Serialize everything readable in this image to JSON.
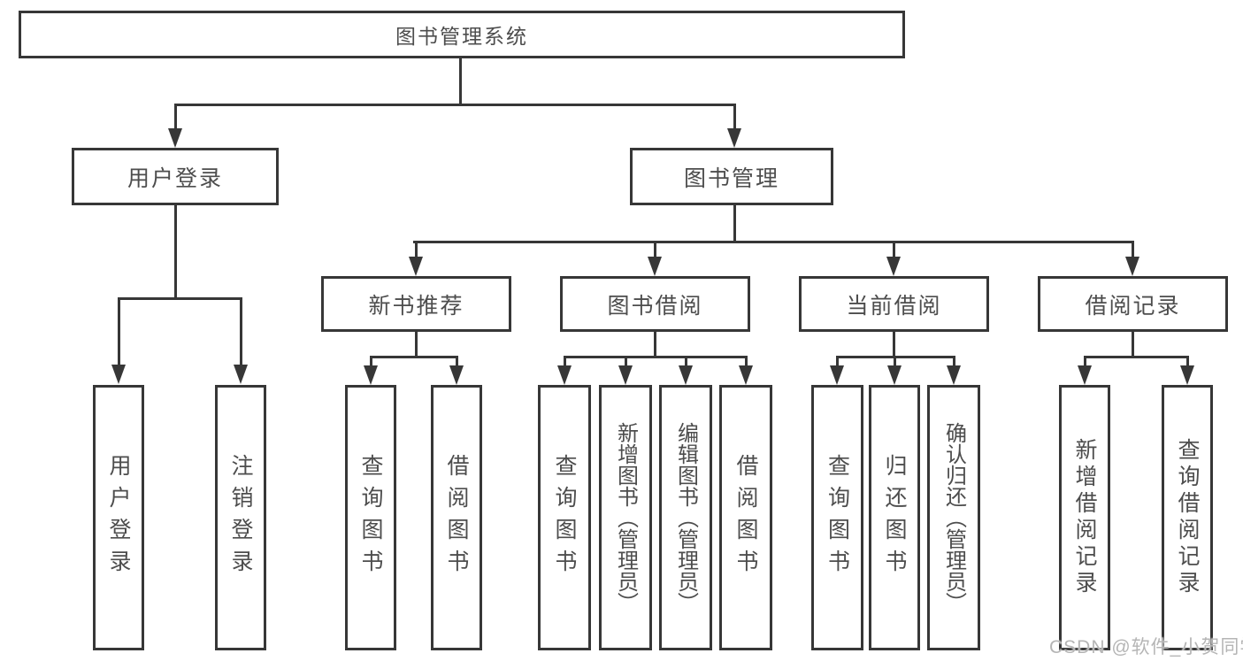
{
  "watermark": "CSDN @软件_小贺同学",
  "colors": {
    "line": "#373737",
    "text": "#4d4d4d",
    "background": "#ffffff",
    "watermark": "#b5b5b5"
  },
  "tree": {
    "root": {
      "label": "图书管理系统"
    },
    "branches": [
      {
        "label": "用户登录",
        "leaves": [
          {
            "label": "用户登录"
          },
          {
            "label": "注销登录"
          }
        ]
      },
      {
        "label": "图书管理",
        "groups": [
          {
            "label": "新书推荐",
            "leaves": [
              {
                "label": "查询图书"
              },
              {
                "label": "借阅图书"
              }
            ]
          },
          {
            "label": "图书借阅",
            "leaves": [
              {
                "label": "查询图书"
              },
              {
                "label": "新增图书（管理员）"
              },
              {
                "label": "编辑图书（管理员）"
              },
              {
                "label": "借阅图书"
              }
            ]
          },
          {
            "label": "当前借阅",
            "leaves": [
              {
                "label": "查询图书"
              },
              {
                "label": "归还图书"
              },
              {
                "label": "确认归还（管理员）"
              }
            ]
          },
          {
            "label": "借阅记录",
            "leaves": [
              {
                "label": "新增借阅记录"
              },
              {
                "label": "查询借阅记录"
              }
            ]
          }
        ]
      }
    ]
  }
}
